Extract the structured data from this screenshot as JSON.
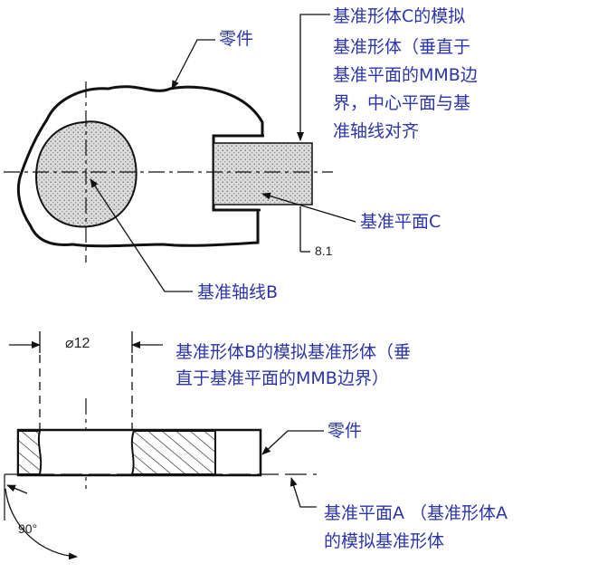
{
  "labels": {
    "part_top": "零件",
    "datum_feature_c_line1": "基准形体C的模拟",
    "datum_feature_c_line2": "基准形体（垂直于",
    "datum_feature_c_line3": "基准平面的MMB边",
    "datum_feature_c_line4": "界，中心平面与基",
    "datum_feature_c_line5": "准轴线对齐",
    "datum_plane_c": "基准平面C",
    "datum_axis_b": "基准轴线B",
    "datum_feature_b_line1": "基准形体B的模拟基准形体（垂",
    "datum_feature_b_line2": "直于基准平面的MMB边界）",
    "part_bottom": "零件",
    "datum_plane_a_line1": "基准平面A （基准形体A",
    "datum_plane_a_line2": "的模拟基准形体"
  },
  "dimensions": {
    "offset_value": "8.1",
    "diameter_value": "⌀12",
    "angle_value": "90°"
  },
  "colors": {
    "label_text": "#2b35a8",
    "line": "#111111",
    "fill_gray": "#d9d9d9"
  }
}
